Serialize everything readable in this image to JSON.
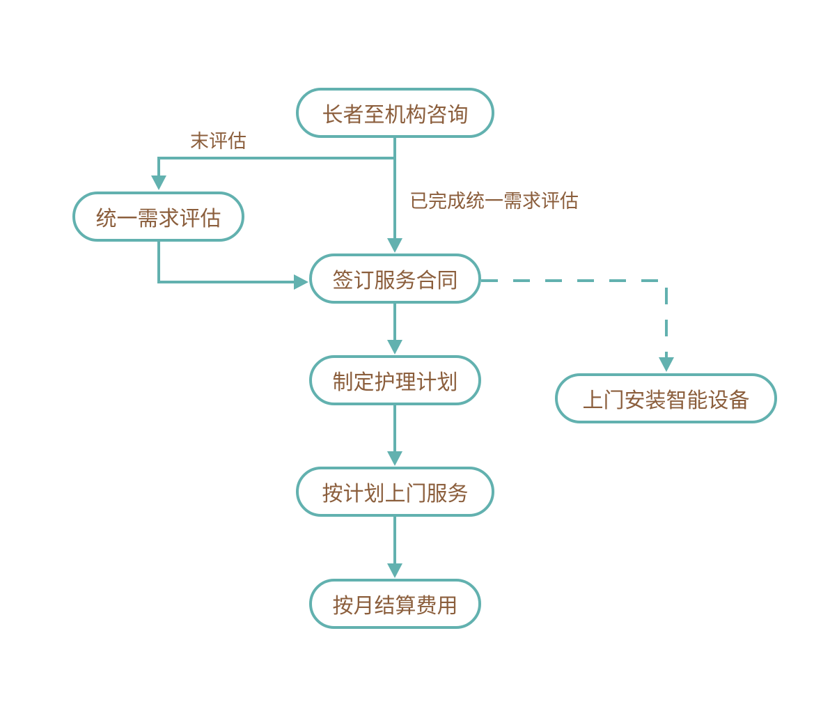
{
  "colors": {
    "stroke": "#62B1AF",
    "text": "#8B5E3C",
    "background": "#ffffff"
  },
  "nodes": {
    "consult": {
      "label": "长者至机构咨询"
    },
    "assess": {
      "label": "统一需求评估"
    },
    "contract": {
      "label": "签订服务合同"
    },
    "plan": {
      "label": "制定护理计划"
    },
    "install": {
      "label": "上门安装智能设备"
    },
    "service": {
      "label": "按计划上门服务"
    },
    "billing": {
      "label": "按月结算费用"
    }
  },
  "edges": [
    {
      "from": "consult",
      "to": "assess",
      "label": "末评估",
      "style": "solid"
    },
    {
      "from": "consult",
      "to": "contract",
      "label": "已完成统一需求评估",
      "style": "solid"
    },
    {
      "from": "assess",
      "to": "contract",
      "label": "",
      "style": "solid"
    },
    {
      "from": "contract",
      "to": "plan",
      "label": "",
      "style": "solid"
    },
    {
      "from": "contract",
      "to": "install",
      "label": "",
      "style": "dashed"
    },
    {
      "from": "plan",
      "to": "service",
      "label": "",
      "style": "solid"
    },
    {
      "from": "service",
      "to": "billing",
      "label": "",
      "style": "solid"
    }
  ],
  "edge_labels": {
    "not_assessed": "末评估",
    "assessed": "已完成统一需求评估"
  }
}
